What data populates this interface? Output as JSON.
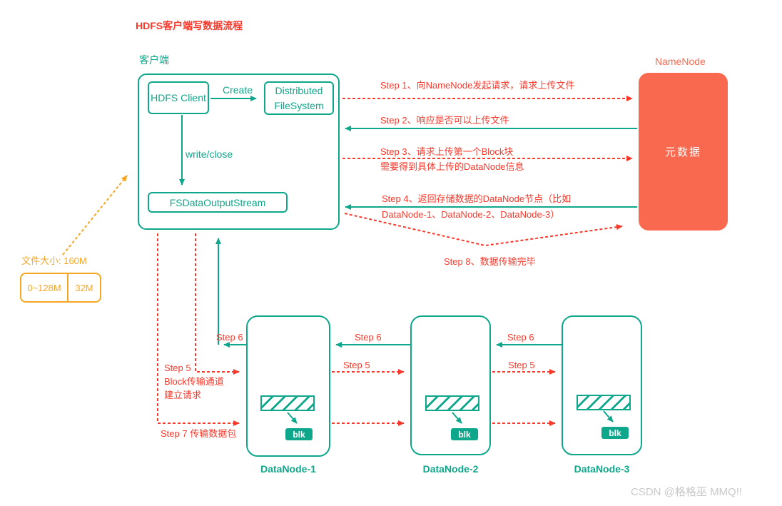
{
  "title": "HDFS客户端写数据流程",
  "client": {
    "label": "客户端",
    "hdfs_client": "HDFS Client",
    "create_arrow_label": "Create",
    "distributed_filesystem": "Distributed FileSystem",
    "write_close_arrow_label": "write/close",
    "fs_data_output_stream": "FSDataOutputStream"
  },
  "namenode": {
    "label": "NameNode",
    "content": "元数据"
  },
  "flow": {
    "step1": "Step 1、向NameNode发起请求，请求上传文件",
    "step2": "Step 2、响应是否可以上传文件",
    "step3_line1": "Step 3、请求上传第一个Block块",
    "step3_line2": "需要得到具体上传的DataNode信息",
    "step4_line1": "Step 4、返回存储数据的DataNode节点（比如",
    "step4_line2": "DataNode-1、DataNode-2、DataNode-3）",
    "step5_label": "Step 5",
    "step5_desc_line1": "Block传输通道",
    "step5_desc_line2": "建立请求",
    "step6_label": "Step 6",
    "step7_label": "Step 7 传输数据包",
    "step8": "Step 8、数据传输完毕"
  },
  "file_size": {
    "label": "文件大小: 160M",
    "block1": "0~128M",
    "block2": "32M"
  },
  "datanodes": [
    {
      "name": "DataNode-1",
      "block_label": "blk"
    },
    {
      "name": "DataNode-2",
      "block_label": "blk"
    },
    {
      "name": "DataNode-3",
      "block_label": "blk"
    }
  ],
  "watermark": "CSDN @格格巫 MMQ!!",
  "colors": {
    "teal": "#0fa78b",
    "red": "#f8392b",
    "coral": "#f9694f",
    "orange": "#f6a623",
    "watermark": "#c9c9c9"
  }
}
